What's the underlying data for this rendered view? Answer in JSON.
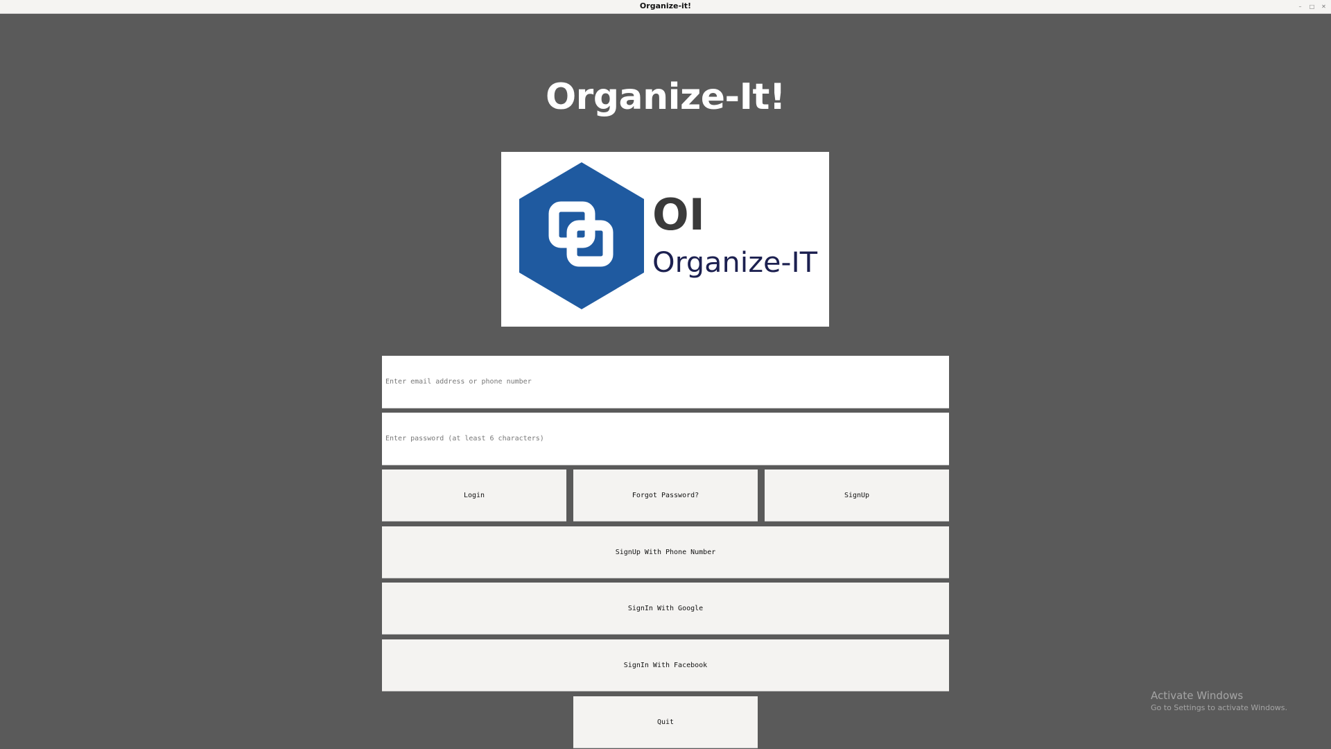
{
  "window": {
    "title": "Organize-it!",
    "controls": {
      "minimize": "–",
      "maximize": "□",
      "close": "✕"
    }
  },
  "header": {
    "title": "Organize-It!"
  },
  "logo": {
    "monogram": "OI",
    "wordmark": "Organize-IT",
    "brand_color": "#1f5aa0",
    "monogram_color": "#3a3a3a",
    "wordmark_color": "#1c2050"
  },
  "form": {
    "email_placeholder": "Enter email address or phone number",
    "password_placeholder": "Enter password (at least 6 characters)"
  },
  "buttons": {
    "login": "Login",
    "forgot_password": "Forgot Password?",
    "signup": "SignUp",
    "signup_phone": "SignUp With Phone Number",
    "signin_google": "SignIn With Google",
    "signin_facebook": "SignIn With Facebook",
    "quit": "Quit"
  },
  "watermark": {
    "line1": "Activate Windows",
    "line2": "Go to Settings to activate Windows."
  }
}
